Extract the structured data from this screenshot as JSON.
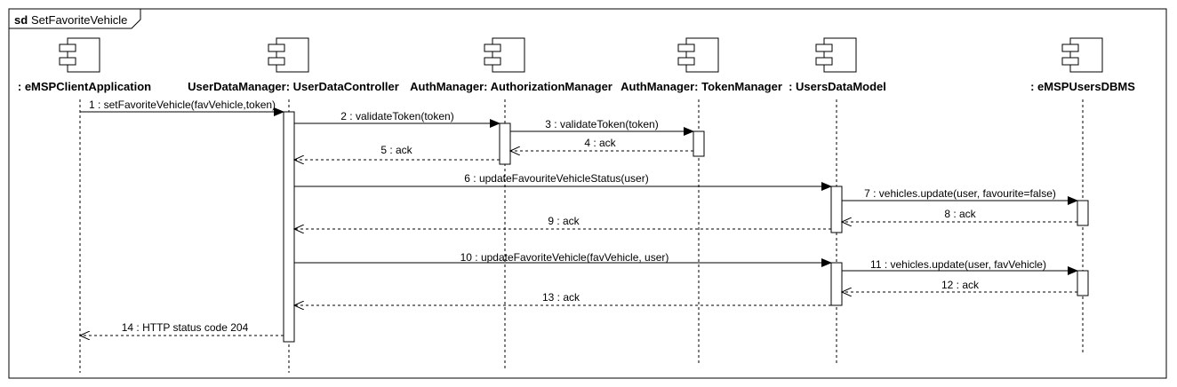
{
  "frame": {
    "keyword": "sd",
    "name": "SetFavoriteVehicle"
  },
  "participants": [
    {
      "id": "client",
      "label": ": eMSPClientApplication",
      "icon": "component-icon"
    },
    {
      "id": "udc",
      "label": "UserDataManager: UserDataController",
      "icon": "component-icon"
    },
    {
      "id": "authz",
      "label": "AuthManager: AuthorizationManager",
      "icon": "component-icon"
    },
    {
      "id": "token",
      "label": "AuthManager: TokenManager",
      "icon": "component-icon"
    },
    {
      "id": "udm",
      "label": ": UsersDataModel",
      "icon": "component-icon"
    },
    {
      "id": "dbms",
      "label": ": eMSPUsersDBMS",
      "icon": "component-icon"
    }
  ],
  "messages": [
    {
      "label": "1 : setFavoriteVehicle(favVehicle,token)",
      "from": "client",
      "to": "udc",
      "kind": "sync"
    },
    {
      "label": "2 : validateToken(token)",
      "from": "udc",
      "to": "authz",
      "kind": "sync"
    },
    {
      "label": "3 : validateToken(token)",
      "from": "authz",
      "to": "token",
      "kind": "sync"
    },
    {
      "label": "4 : ack",
      "from": "token",
      "to": "authz",
      "kind": "reply"
    },
    {
      "label": "5 : ack",
      "from": "authz",
      "to": "udc",
      "kind": "reply"
    },
    {
      "label": "6 : updateFavouriteVehicleStatus(user)",
      "from": "udc",
      "to": "udm",
      "kind": "sync"
    },
    {
      "label": "7 : vehicles.update(user, favourite=false)",
      "from": "udm",
      "to": "dbms",
      "kind": "sync"
    },
    {
      "label": "8 : ack",
      "from": "dbms",
      "to": "udm",
      "kind": "reply"
    },
    {
      "label": "9 : ack",
      "from": "udm",
      "to": "udc",
      "kind": "reply"
    },
    {
      "label": "10 : updateFavoriteVehicle(favVehicle, user)",
      "from": "udc",
      "to": "udm",
      "kind": "sync"
    },
    {
      "label": "11 : vehicles.update(user, favVehicle)",
      "from": "udm",
      "to": "dbms",
      "kind": "sync"
    },
    {
      "label": "12 : ack",
      "from": "dbms",
      "to": "udm",
      "kind": "reply"
    },
    {
      "label": "13 : ack",
      "from": "udm",
      "to": "udc",
      "kind": "reply"
    },
    {
      "label": "14 : HTTP status code 204",
      "from": "udc",
      "to": "client",
      "kind": "reply"
    }
  ]
}
